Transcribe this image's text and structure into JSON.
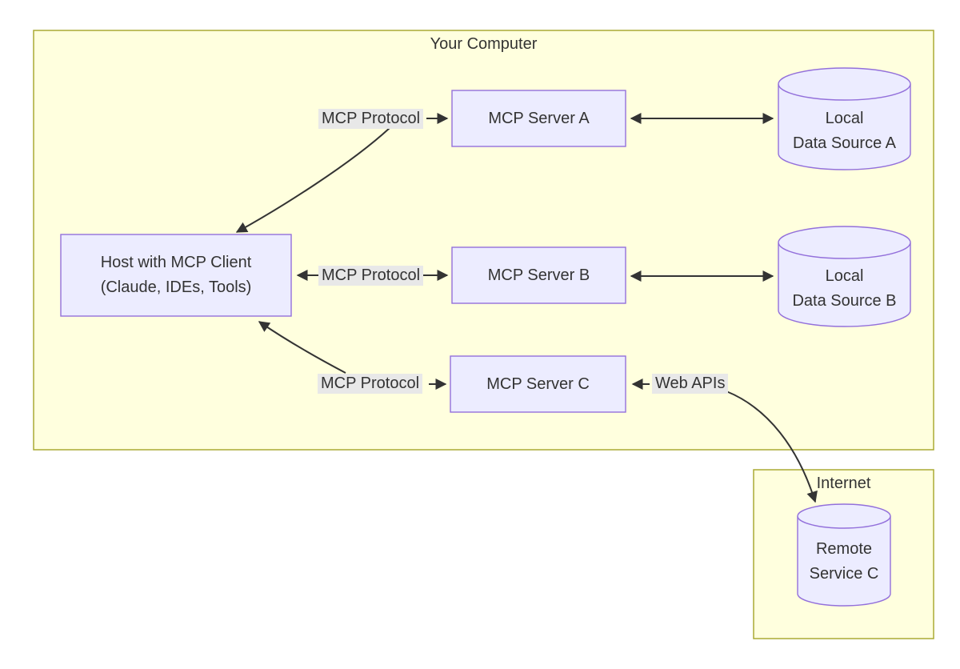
{
  "diagram": {
    "clusters": {
      "your_computer": {
        "label": "Your Computer"
      },
      "internet": {
        "label": "Internet"
      }
    },
    "nodes": {
      "host": {
        "line1": "Host with MCP Client",
        "line2": "(Claude, IDEs, Tools)"
      },
      "server_a": {
        "label": "MCP Server A"
      },
      "server_b": {
        "label": "MCP Server B"
      },
      "server_c": {
        "label": "MCP Server C"
      },
      "data_source_a": {
        "line1": "Local",
        "line2": "Data Source A"
      },
      "data_source_b": {
        "line1": "Local",
        "line2": "Data Source B"
      },
      "remote_service_c": {
        "line1": "Remote",
        "line2": "Service C"
      }
    },
    "edge_labels": {
      "host_server_a": "MCP Protocol",
      "host_server_b": "MCP Protocol",
      "host_server_c": "MCP Protocol",
      "server_c_remote": "Web APIs"
    },
    "colors": {
      "cluster_fill": "#ffffde",
      "cluster_border": "#aaaa33",
      "node_fill": "#ECECFF",
      "node_border": "#9370DB",
      "edge_line": "#333333",
      "edge_label_bg": "#e8e8e8",
      "text": "#333333"
    }
  }
}
